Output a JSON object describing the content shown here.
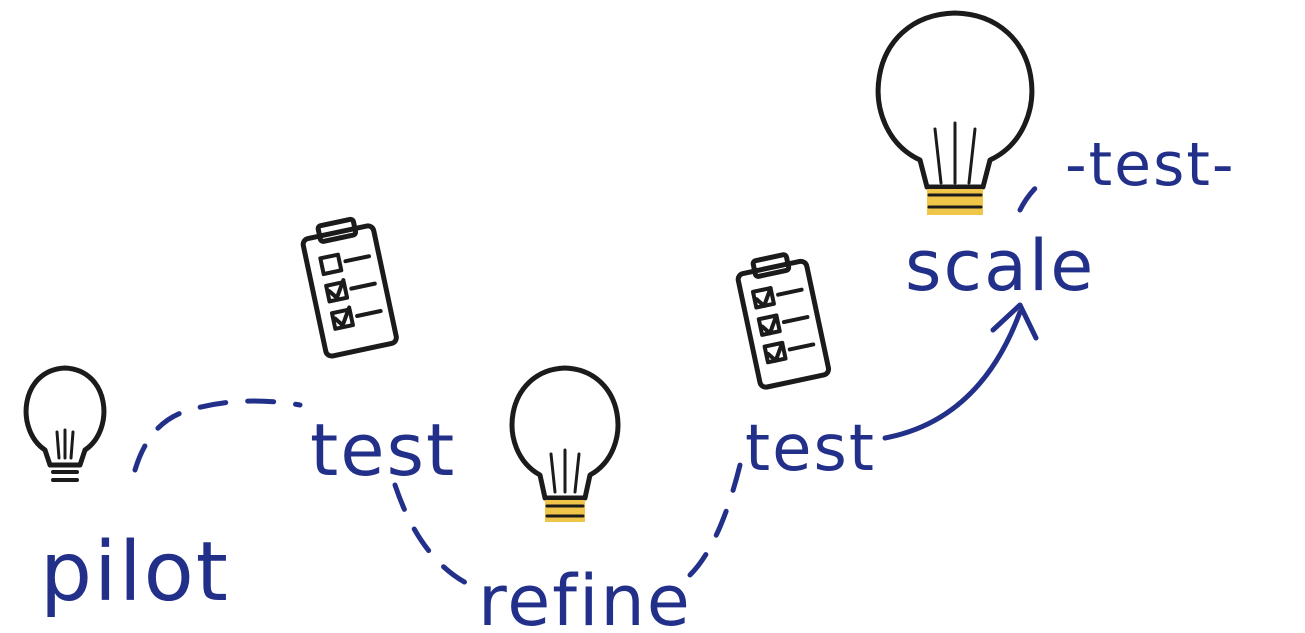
{
  "diagram": {
    "labels": {
      "pilot": "pilot",
      "test1": "test",
      "refine": "refine",
      "test2": "test",
      "scale": "scale",
      "test3": "-test-"
    },
    "colors": {
      "label_ink": "#22308a",
      "outline_ink": "#1b1b1b",
      "bulb_base": "#f0c64a"
    },
    "icons": [
      "lightbulb-icon",
      "checklist-icon",
      "arrow-icon"
    ]
  }
}
